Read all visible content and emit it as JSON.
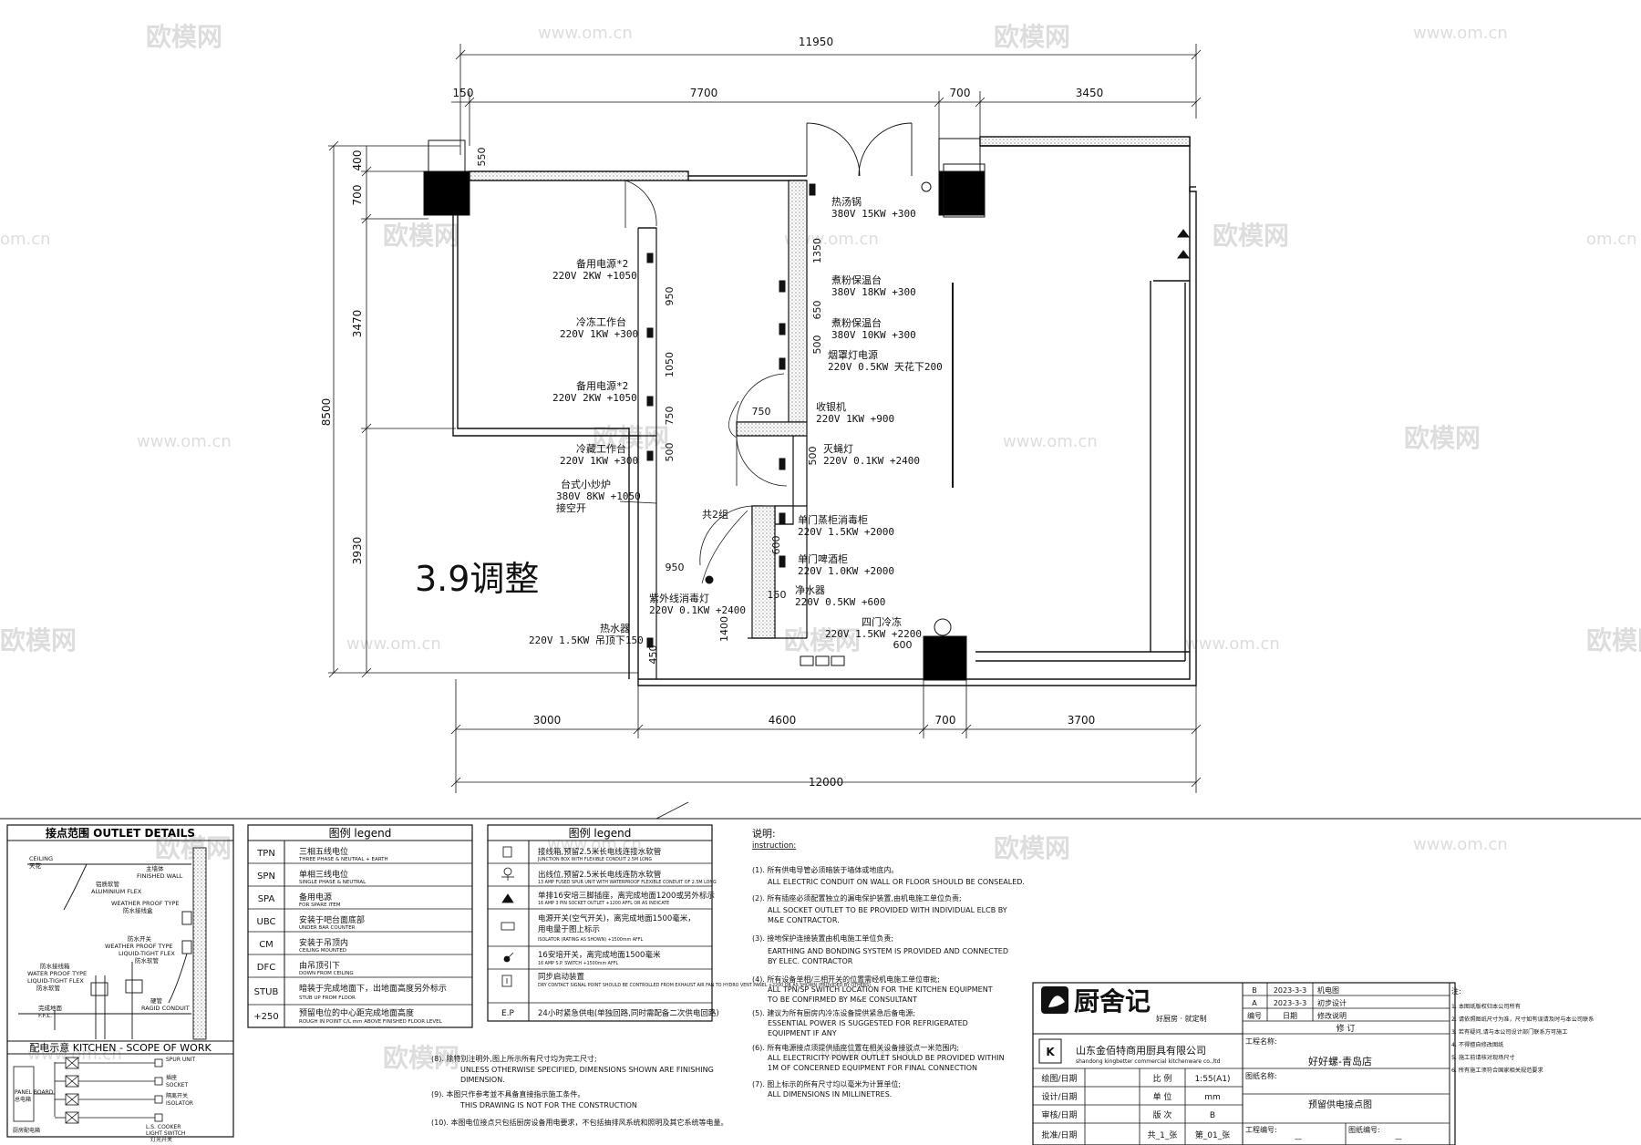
{
  "watermark": {
    "brand": "欧模网",
    "url": "www.om.cn",
    "url_partial": "om.cn"
  },
  "plan": {
    "annotation": "3.9调整",
    "top_dims": {
      "total": "11950",
      "d1": "150",
      "d2": "7700",
      "d3": "700",
      "d4": "3450"
    },
    "bottom_dims": {
      "total": "12000",
      "d1": "3000",
      "d2": "4600",
      "d3": "700",
      "d4": "3700"
    },
    "left_dims": {
      "total": "8500",
      "d1": "400",
      "d2": "700",
      "d3": "3470",
      "d4": "3930"
    },
    "inner_dims": [
      "550",
      "1350",
      "650",
      "500",
      "950",
      "1050",
      "750",
      "500",
      "750",
      "500",
      "600",
      "950",
      "150",
      "1400",
      "450",
      "600"
    ],
    "group_label": "共2组",
    "equipment": [
      {
        "name": "热汤锅",
        "spec": "380V 15KW +300"
      },
      {
        "name": "煮粉保温台",
        "spec": "380V 18KW +300"
      },
      {
        "name": "煮粉保温台",
        "spec": "380V 10KW +300"
      },
      {
        "name": "烟罩灯电源",
        "spec": "220V 0.5KW 天花下200"
      },
      {
        "name": "收银机",
        "spec": "220V 1KW +900"
      },
      {
        "name": "灭蝇灯",
        "spec": "220V 0.1KW +2400"
      },
      {
        "name": "单门蒸柜消毒柜",
        "spec": "220V 1.5KW +2000"
      },
      {
        "name": "单门啤酒柜",
        "spec": "220V 1.0KW +2000"
      },
      {
        "name": "净水器",
        "spec": "220V 0.5KW +600"
      },
      {
        "name": "四门冷冻",
        "spec": "220V 1.5KW +2200"
      },
      {
        "name": "备用电源*2",
        "spec": "220V 2KW +1050"
      },
      {
        "name": "冷冻工作台",
        "spec": "220V 1KW +300"
      },
      {
        "name": "备用电源*2",
        "spec": "220V 2KW +1050"
      },
      {
        "name": "冷藏工作台",
        "spec": "220V 1KW +300"
      },
      {
        "name": "台式小炒炉",
        "spec": "380V 8KW +1050",
        "extra": "接空开"
      },
      {
        "name": "紫外线消毒灯",
        "spec": "220V 0.1KW +2400"
      },
      {
        "name": "热水器",
        "spec": "220V 1.5KW 吊顶下150"
      }
    ]
  },
  "outlet_details": {
    "title": "接点范围  OUTLET DETAILS",
    "labels": [
      "CEILING",
      "天花",
      "主墙体",
      "FINISHED WALL",
      "铝质软管",
      "ALUMINIUM FLEX",
      "WEATHER PROOF TYPE",
      "防水接线盒",
      "防水开关",
      "WEATHER PROOF TYPE",
      "LIQUID-TIGHT FLEX",
      "防水软管",
      "防水接线箱",
      "WATER PROOF TYPE",
      "LIQUID-TIGHT FLEX",
      "防水软管",
      "完成地面",
      "F.F.L.",
      "硬管",
      "RAGID CONDUIT"
    ],
    "scope_title": "配电示意   KITCHEN - SCOPE OF WORK",
    "scope_labels": [
      "PANEL BOARD",
      "总电箱",
      "厨房配电箱",
      "SPUR UNIT",
      "插座",
      "SOCKET",
      "隔离开关",
      "ISOLATOR",
      "L.S. COOKER",
      "LIGHT SWITCH",
      "灯光开关"
    ]
  },
  "legend1": {
    "title": "图例   legend",
    "rows": [
      {
        "code": "TPN",
        "cn": "三相五线电位",
        "en": "THREE PHASE & NEUTRAL + EARTH"
      },
      {
        "code": "SPN",
        "cn": "单相三线电位",
        "en": "SINGLE PHASE & NEUTRAL"
      },
      {
        "code": "SPA",
        "cn": "备用电源",
        "en": "FOR SPARE ITEM"
      },
      {
        "code": "UBC",
        "cn": "安装于吧台面底部",
        "en": "UNDER BAR COUNTER"
      },
      {
        "code": "CM",
        "cn": "安装于吊顶内",
        "en": "CEILING MOUNTED"
      },
      {
        "code": "DFC",
        "cn": "由吊顶引下",
        "en": "DOWN FROM CEILING"
      },
      {
        "code": "STUB",
        "cn": "暗装于完成地面下，出地面高度另外标示",
        "en": "STUB UP FROM FLOOR"
      },
      {
        "code": "+250",
        "cn": "预留电位的中心距完成地面高度",
        "en": "ROUGH IN POINT C/L mm ABOVE FINISHED FLOOR LEVEL"
      }
    ]
  },
  "legend2": {
    "title": "图例   legend",
    "rows": [
      {
        "cn": "接线箱,预留2.5米长电线连接水软管",
        "en": "JUNCTION BOX WITH FLEXIBLE CONDUIT 2.5M LONG"
      },
      {
        "cn": "出线位,预留2.5米长电线连防水软管",
        "en": "13 AMP FUSED SPUR UNIT WITH WATERPROOF FLEXIBLE CONDUIT OF 2.5M LONG"
      },
      {
        "cn": "单排16安培三脚插座，离完成地面1200或另外标示",
        "en": "16 AMP 3 PIN SOCKET OUTLET +1200 AFFL OR AS INDICATE"
      },
      {
        "cn": "电源开关(空气开关)，离完成地面1500毫米，",
        "cn2": "用电量于图上标示",
        "en": "ISOLATOR (RATING AS SHOWN) +1500mm AFFL"
      },
      {
        "cn": "16安培开关，离完成地面1500毫米",
        "en": "16 AMP S.P. SWITCH +1500mm AFFL"
      },
      {
        "cn": "同步启动装置",
        "en": "DRY CONTACT SIGNAL POINT SHOULD BE CONTROLLED FROM EXHAUST AIR FAN TO HYDRO VENT PANEL +2200 OR AS SHOWN (PROVIDED BY OTHERS)"
      },
      {
        "code": "E.P",
        "cn": "24小时紧急供电(单独回路,同时需配备二次供电回路)"
      }
    ]
  },
  "instructions": {
    "title": "说明:",
    "subtitle": "instruction:",
    "items": [
      {
        "cn": "(1). 所有供电导管必须暗装于墙体或地底内。",
        "en": "ALL ELECTRIC CONDUIT ON WALL OR FLOOR SHOULD BE CONSEALED."
      },
      {
        "cn": "(2). 所有插座必须配置独立的漏电保护装置,由机电施工单位负责;",
        "en": "ALL SOCKET OUTLET TO BE PROVIDED WITH INDIVIDUAL ELCB BY",
        "en2": "M&E CONTRACTOR."
      },
      {
        "cn": "(3). 接地保护连接装置由机电施工单位负责;",
        "en": "EARTHING AND BONDING SYSTEM IS PROVIDED AND CONNECTED",
        "en2": "BY ELEC. CONTRACTOR"
      },
      {
        "cn": "(4). 所有设备单相/三相开关的位置需经机电施工单位审批;",
        "en": "ALL TPN/SP SWITCH LOCATION FOR THE KITCHEN EQUIPMENT",
        "en2": "TO BE CONFIRMED BY M&E CONSULTANT"
      },
      {
        "cn": "(5). 建议为所有厨房内冷冻设备提供紧急后备电源;",
        "en": "ESSENTIAL POWER IS SUGGESTED FOR REFRIGERATED",
        "en2": "EQUIPMENT IF ANY"
      },
      {
        "cn": "(6). 所有电源接点须提供插座位置在相关设备接驳点一米范围内;",
        "en": "ALL ELECTRICITY POWER OUTLET SHOULD BE PROVIDED WITHIN",
        "en2": "1M OF CONCERNED EQUIPMENT FOR FINAL CONNECTION"
      },
      {
        "cn": "(7). 图上标示的所有尺寸均以毫米为计算单位;",
        "en": "ALL DIMENSIONS IN MILLINETRES."
      },
      {
        "cn": "(8). 除特别注明外,图上所示所有尺寸均为完工尺寸;",
        "en": "UNLESS OTHERWISE SPECIFIED, DIMENSIONS SHOWN ARE FINISHING",
        "en2": "DIMENSION."
      },
      {
        "cn": "(9). 本图只作参考並不具备直接指示施工条件。",
        "en": "THIS DRAWING IS NOT FOR THE CONSTRUCTION"
      },
      {
        "cn": "(10). 本图电位接点只包括厨房设备用电要求，不包括抽排风系统和照明及其它系统等电量。"
      }
    ]
  },
  "title_block": {
    "logo_text": "厨舍记",
    "tagline": "好厨房 · 就定制",
    "company_cn": "山东金佰特商用厨具有限公司",
    "company_en": "shandong kingbetter commercial kitchenware co.,ltd",
    "revisions": [
      {
        "rev": "B",
        "date": "2023-3-3",
        "desc": "机电图"
      },
      {
        "rev": "A",
        "date": "2023-3-3",
        "desc": "初步设计"
      }
    ],
    "rev_headers": {
      "no": "编号",
      "date": "日期",
      "desc": "修改说明"
    },
    "revision_label": "修          订",
    "project_label": "工程名称:",
    "project_name": "好好螺-青岛店",
    "drawing_label": "图纸名称:",
    "drawing_name": "预留供电接点图",
    "project_no_label": "工程编号:",
    "drawing_no_label": "图纸编号:",
    "dash": "—",
    "rows": [
      {
        "label": "绘图/日期",
        "k": "比    例",
        "v": "1:55(A1)"
      },
      {
        "label": "设计/日期",
        "k": "单    位",
        "v": "mm"
      },
      {
        "label": "审核/日期",
        "k": "版    次",
        "v": "B"
      },
      {
        "label": "批准/日期",
        "k": "共_1_张",
        "v": "第_01_张"
      }
    ],
    "notes_title": "注:",
    "notes": [
      "1. 本图纸版权归本公司所有",
      "2. 请依照图纸尺寸为准，尺寸如有误请及时与本公司联系",
      "3. 若有疑问,请与本公司设计部门联系方可施工",
      "4. 不得擅自修改图纸",
      "5. 施工前请核对现场尺寸",
      "6. 所有施工须符合国家相关规范要求"
    ]
  }
}
